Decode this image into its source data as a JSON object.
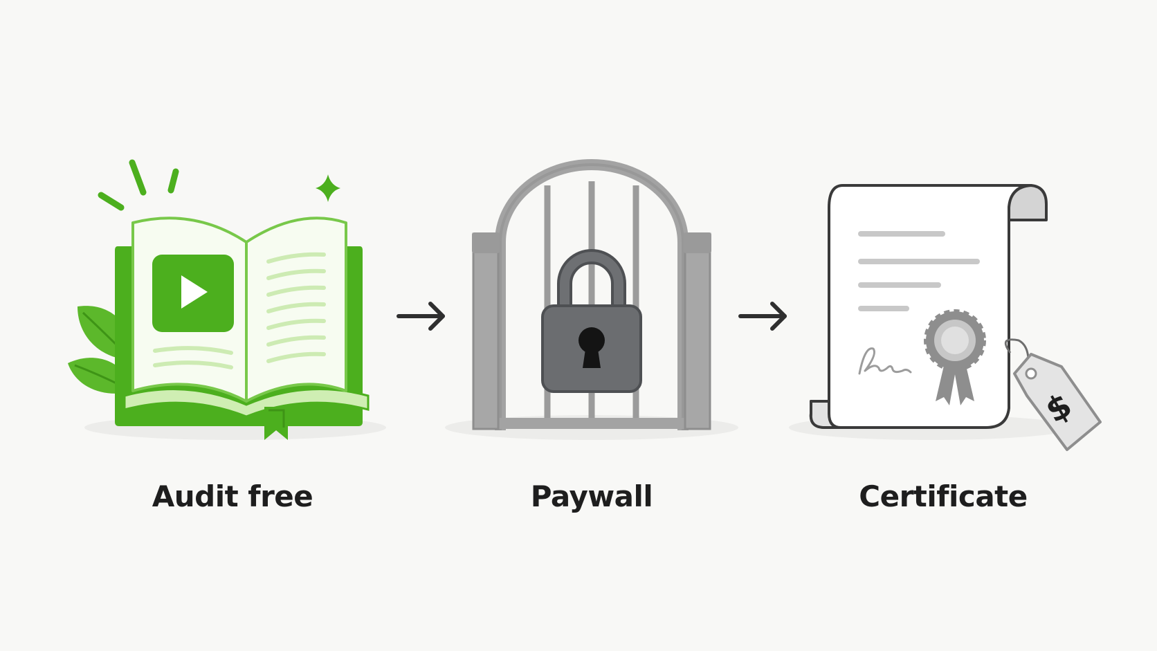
{
  "steps": [
    {
      "label": "Audit free",
      "icon": "open-book-video-icon"
    },
    {
      "label": "Paywall",
      "icon": "locked-gate-icon"
    },
    {
      "label": "Certificate",
      "icon": "certificate-price-tag-icon"
    }
  ],
  "connectors": [
    "arrow-right-icon",
    "arrow-right-icon"
  ],
  "tag_symbol": "$",
  "colors": {
    "background": "#f8f8f6",
    "accent_green": "#4caf1e",
    "light_green": "#e8f7d8",
    "gray": "#8e8e8e",
    "dark_gray": "#6b6d70",
    "text": "#1e1e1e"
  }
}
